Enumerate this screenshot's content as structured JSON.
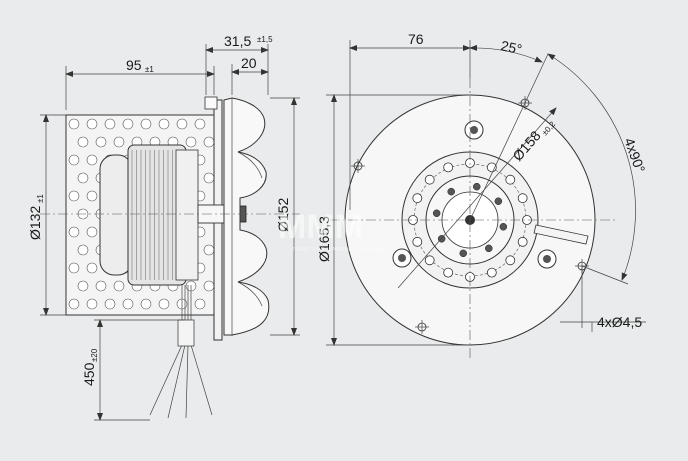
{
  "dimensions": {
    "side_depth": {
      "value": "95",
      "tol": "±1"
    },
    "flange_offset": {
      "value": "31,5",
      "tol": "±1,5"
    },
    "wheel_width": {
      "value": "20"
    },
    "motor_diameter": {
      "value": "Ø132",
      "tol": "±1"
    },
    "wheel_outer_diameter": {
      "value": "Ø152"
    },
    "cable_length": {
      "value": "450",
      "tol": "±20"
    },
    "front_width": {
      "value": "76"
    },
    "angle": {
      "value": "25°"
    },
    "bolt_circle": {
      "value": "Ø158",
      "tol": "±0,2"
    },
    "hole_angle": {
      "value": "4x90°"
    },
    "housing_diameter": {
      "value": "Ø165,3"
    },
    "holes": {
      "value": "4xØ4,5"
    }
  },
  "watermark": {
    "text": "MMM",
    "subtitle": "TRUST FOR WARMING SYSTEMS"
  },
  "colors": {
    "background": "#e9ebec",
    "line": "#333333",
    "fill": "#f4f4f4",
    "perforation": "#cfcfcf"
  }
}
